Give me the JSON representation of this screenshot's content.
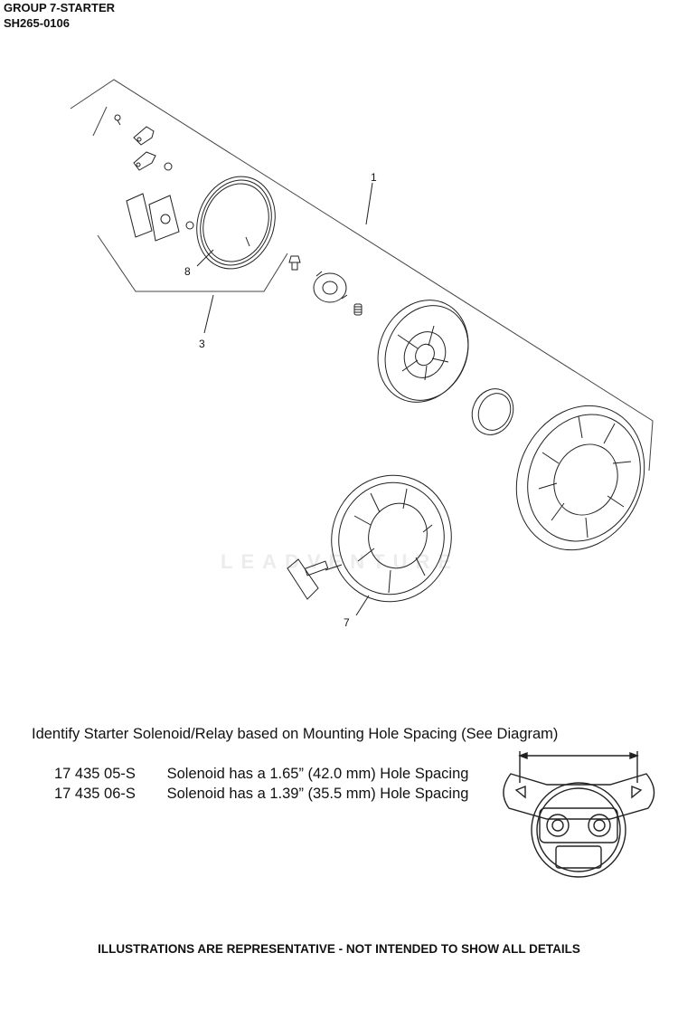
{
  "header": {
    "group": "GROUP 7-STARTER",
    "code": "SH265-0106"
  },
  "callouts": {
    "c1": "1",
    "c3": "3",
    "c7": "7",
    "c8": "8"
  },
  "watermark": "LEADVENTURE",
  "note": {
    "title": "Identify Starter Solenoid/Relay based on Mounting Hole Spacing (See Diagram)",
    "rows": [
      {
        "part": "17 435 05-S",
        "desc": "Solenoid has a 1.65” (42.0 mm) Hole Spacing"
      },
      {
        "part": "17 435 06-S",
        "desc": "Solenoid has a 1.39” (35.5 mm) Hole Spacing"
      }
    ]
  },
  "footer": "ILLUSTRATIONS ARE REPRESENTATIVE - NOT INTENDED TO SHOW ALL DETAILS"
}
